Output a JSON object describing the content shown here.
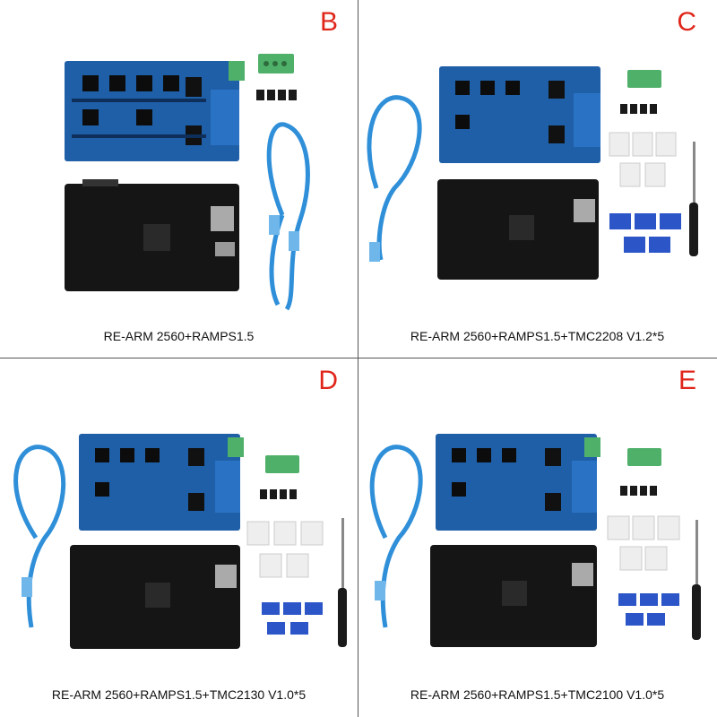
{
  "panels": [
    {
      "letter": "B",
      "caption": "RE-ARM 2560+RAMPS1.5"
    },
    {
      "letter": "C",
      "caption": "RE-ARM 2560+RAMPS1.5+TMC2208 V1.2*5"
    },
    {
      "letter": "D",
      "caption": "RE-ARM 2560+RAMPS1.5+TMC2130 V1.0*5"
    },
    {
      "letter": "E",
      "caption": "RE-ARM 2560+RAMPS1.5+TMC2100 V1.0*5"
    }
  ],
  "colors": {
    "divider": "#555555",
    "letter": "#e0261b",
    "ramps_board": "#1f5fa8",
    "rearm_board": "#151515",
    "cable": "#2f8fd8",
    "heatsink": "#2c56c8",
    "terminal": "#4fb06a"
  }
}
